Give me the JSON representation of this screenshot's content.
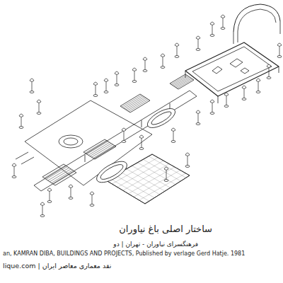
{
  "diagram": {
    "title": "ساختار اصلی باغ نیاوران",
    "labels": [
      "فرهنگسرای نیاوران - تهران | دو",
      "an, KAMRAN DIBA, BUILDINGS AND PROJECTS, Published by verlage Gerd Hatje. 1981",
      "lique.com | نقد معماری معاصر ایران"
    ]
  }
}
